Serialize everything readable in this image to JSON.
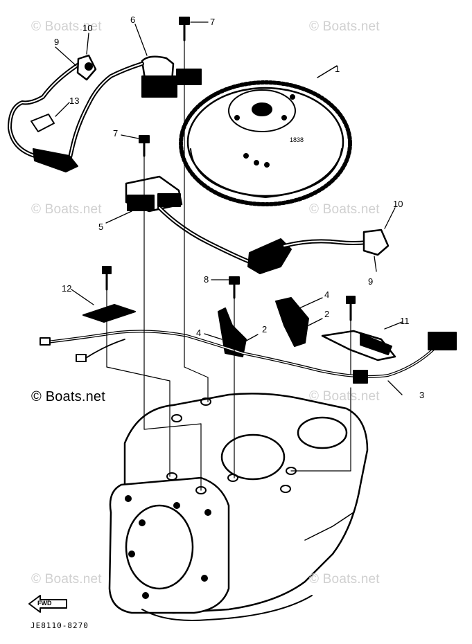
{
  "watermark": {
    "text": "© Boats.net",
    "strong_text": "© Boats.net"
  },
  "callouts": {
    "n1": "1",
    "n2a": "2",
    "n2b": "2",
    "n3": "3",
    "n4a": "4",
    "n4b": "4",
    "n5": "5",
    "n6": "6",
    "n7a": "7",
    "n7b": "7",
    "n8": "8",
    "n9a": "9",
    "n9b": "9",
    "n10a": "10",
    "n10b": "10",
    "n11": "11",
    "n12": "12",
    "n13": "13"
  },
  "fwd_label": "FWD",
  "drawing_code": "JE8110-8270"
}
